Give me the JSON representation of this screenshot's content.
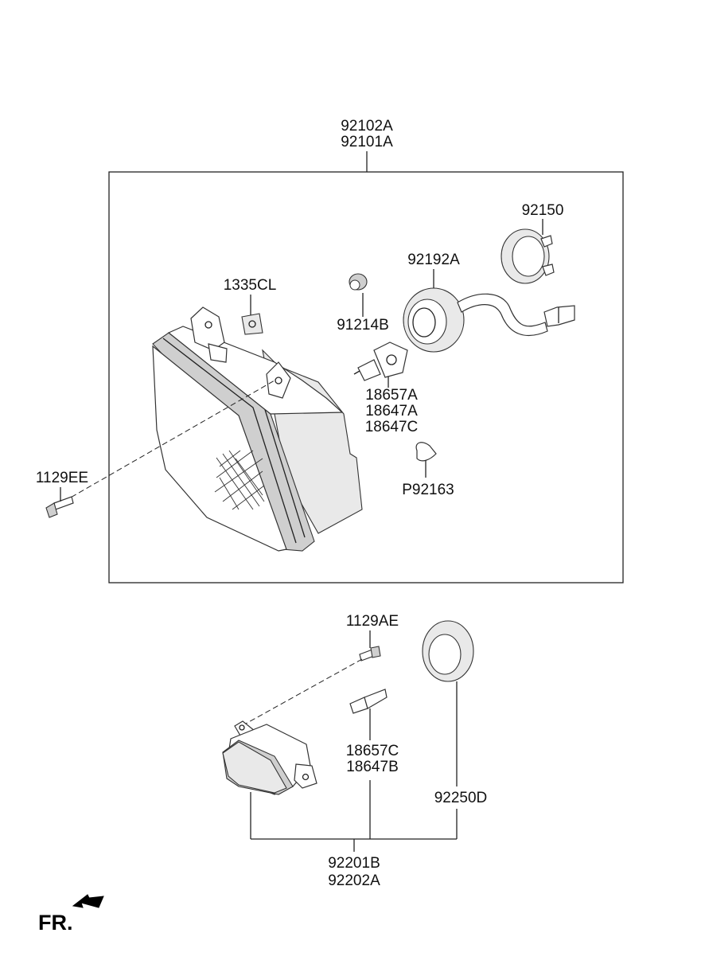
{
  "labels": {
    "p92102A": "92102A",
    "p92101A": "92101A",
    "p92150": "92150",
    "p92192A": "92192A",
    "p1335CL": "1335CL",
    "p91214B": "91214B",
    "p18657A": "18657A",
    "p18647A": "18647A",
    "p18647C": "18647C",
    "p1129EE": "1129EE",
    "pP92163": "P92163",
    "p1129AE": "1129AE",
    "p18657C": "18657C",
    "p18647B": "18647B",
    "p92250D": "92250D",
    "p92201B": "92201B",
    "p92202A": "92202A"
  },
  "direction_indicator": {
    "text": "FR.",
    "icon": "arrow-front-left-icon"
  }
}
